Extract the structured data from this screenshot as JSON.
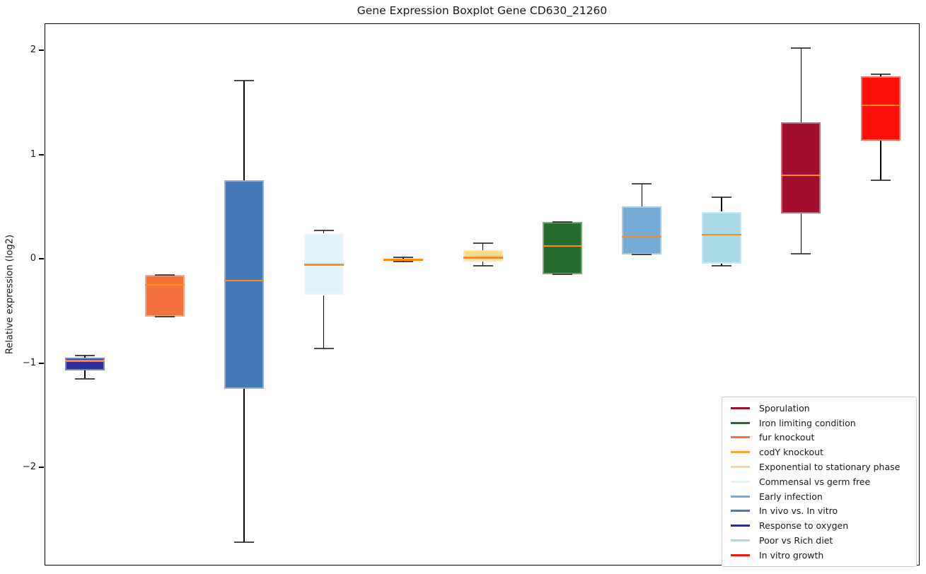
{
  "chart_data": {
    "type": "boxplot",
    "title": "Gene Expression Boxplot Gene CD630_21260",
    "ylabel": "Relative expression (log2)",
    "xlabel": "",
    "ylim": [
      -2.94,
      2.26
    ],
    "xlim": [
      0.5,
      11.5
    ],
    "yticks": [
      {
        "value": 2,
        "label": "2"
      },
      {
        "value": 1,
        "label": "1"
      },
      {
        "value": 0,
        "label": "0"
      },
      {
        "value": -1,
        "label": "−1"
      },
      {
        "value": -2,
        "label": "−2"
      }
    ],
    "grid": false,
    "median_color": "#ff8b12",
    "whisker_color": "#000000",
    "legend_position": "lower right",
    "series": [
      {
        "name": "Response to oxygen",
        "position": 1,
        "color": "#2e2e99",
        "whislo": -1.14,
        "q1": -1.06,
        "med": -0.97,
        "q3": -0.94,
        "whishi": -0.92
      },
      {
        "name": "fur knockout",
        "position": 2,
        "color": "#f4713e",
        "whislo": -0.55,
        "q1": -0.55,
        "med": -0.24,
        "q3": -0.15,
        "whishi": -0.15
      },
      {
        "name": "In vivo vs. In vitro",
        "position": 3,
        "color": "#4477b5",
        "whislo": -2.71,
        "q1": -1.24,
        "med": -0.2,
        "q3": 0.76,
        "whishi": 1.72
      },
      {
        "name": "Commensal vs germ free",
        "position": 4,
        "color": "#e1f2f8",
        "whislo": -0.85,
        "q1": -0.34,
        "med": -0.05,
        "q3": 0.25,
        "whishi": 0.28
      },
      {
        "name": "codY knockout",
        "position": 5,
        "color": "#faa43a",
        "whislo": -0.02,
        "q1": -0.01,
        "med": 0.0,
        "q3": 0.01,
        "whishi": 0.02
      },
      {
        "name": "Exponential to stationary phase",
        "position": 6,
        "color": "#fcd88d",
        "whislo": -0.06,
        "q1": -0.02,
        "med": 0.02,
        "q3": 0.09,
        "whishi": 0.16
      },
      {
        "name": "Iron limiting condition",
        "position": 7,
        "color": "#256b2d",
        "whislo": -0.14,
        "q1": -0.14,
        "med": 0.13,
        "q3": 0.36,
        "whishi": 0.36
      },
      {
        "name": "Early infection",
        "position": 8,
        "color": "#74abd4",
        "whislo": 0.05,
        "q1": 0.05,
        "med": 0.22,
        "q3": 0.51,
        "whishi": 0.73
      },
      {
        "name": "Poor vs Rich diet",
        "position": 9,
        "color": "#a9d8e7",
        "whislo": -0.06,
        "q1": -0.04,
        "med": 0.24,
        "q3": 0.46,
        "whishi": 0.6
      },
      {
        "name": "Sporulation",
        "position": 10,
        "color": "#a30d2d",
        "whislo": 0.06,
        "q1": 0.44,
        "med": 0.81,
        "q3": 1.32,
        "whishi": 2.03
      },
      {
        "name": "In vitro growth",
        "position": 11,
        "color": "#fb100c",
        "whislo": 0.76,
        "q1": 1.14,
        "med": 1.48,
        "q3": 1.76,
        "whishi": 1.78
      }
    ],
    "legend": [
      {
        "label": "Sporulation",
        "color": "#a30d2d"
      },
      {
        "label": "Iron limiting condition",
        "color": "#256b2d"
      },
      {
        "label": "fur knockout",
        "color": "#f4713e"
      },
      {
        "label": "codY knockout",
        "color": "#faa43a"
      },
      {
        "label": "Exponential to stationary phase",
        "color": "#fcd88d"
      },
      {
        "label": "Commensal vs germ free",
        "color": "#e1f2f8"
      },
      {
        "label": "Early infection",
        "color": "#74abd4"
      },
      {
        "label": "In vivo vs. In vitro",
        "color": "#4477b5"
      },
      {
        "label": "Response to oxygen",
        "color": "#2e2e99"
      },
      {
        "label": "Poor vs Rich diet",
        "color": "#a9d8e7"
      },
      {
        "label": "In vitro growth",
        "color": "#fb100c"
      }
    ]
  }
}
